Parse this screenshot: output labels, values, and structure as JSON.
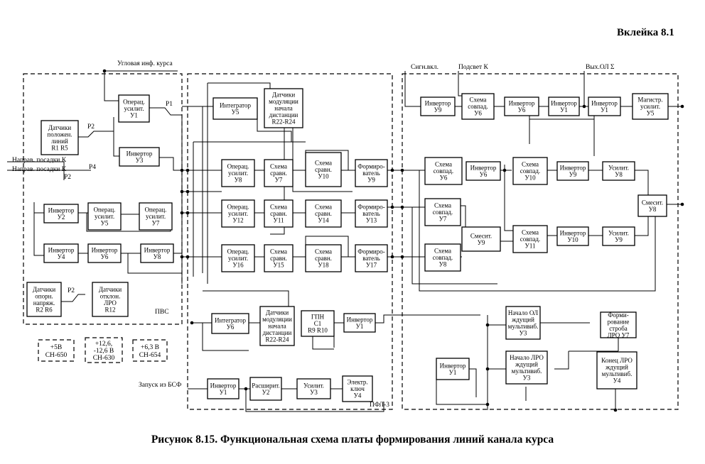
{
  "header": {
    "insert_label": "Вклейка 8.1"
  },
  "caption": "Рисунок 8.15. Функциональная схема платы формирования линий канала курса",
  "signals": {
    "angle_info": "Угловая инф. курса",
    "landing_dir_1": "Направ. посадки К",
    "landing_dir_2": "Направ. посадки К",
    "launch": "Запуск из БСФ",
    "sign_incl": "Сигн.вкл.",
    "backlight": "Подсвет К",
    "out_ol": "Вых.ОЛ Σ"
  },
  "regions": {
    "pvs": "ПВС",
    "pfl": "ПФЛ-3"
  },
  "switches": {
    "p1": "P1",
    "p2a": "P2",
    "p2b": "P2",
    "p4": "P4",
    "p2c": "P2"
  },
  "power": [
    {
      "lines": [
        "+5В",
        "СН-650"
      ]
    },
    {
      "lines": [
        "+12,6,",
        "-12,6 В",
        "СН-630"
      ]
    },
    {
      "lines": [
        "+6,3 В",
        "СН-654"
      ]
    }
  ],
  "blocks": {
    "pvs_amp_u1": [
      "Операц.",
      "усилит.",
      "У1"
    ],
    "pvs_sensors_lines": [
      "Датчики",
      "положен.",
      "линий",
      "R1       R5"
    ],
    "pvs_inv_u3": [
      "Инвертор",
      "У3"
    ],
    "pvs_inv_u2": [
      "Инвертор",
      "У2"
    ],
    "pvs_amp_u5": [
      "Операц.",
      "усилит.",
      "У5"
    ],
    "pvs_amp_u7": [
      "Операц.",
      "усилит.",
      "У7"
    ],
    "pvs_inv_u4": [
      "Инвертор",
      "У4"
    ],
    "pvs_inv_u6": [
      "Инвертор",
      "У6"
    ],
    "pvs_inv_u8": [
      "Инвертор",
      "У8"
    ],
    "pvs_ref_sensors": [
      "Датчики",
      "опорн.",
      "напряж.",
      "R2      R6"
    ],
    "pvs_lro_sensors": [
      "Датчики",
      "отклон.",
      "ЛРО",
      "R12"
    ],
    "pfl_integrator_u5": [
      "Интегратор",
      "У5"
    ],
    "pfl_mod_sensors_top": [
      "Датчики",
      "модуляции",
      "начала",
      "дистанции",
      "R22-R24"
    ],
    "pfl_amp_u8": [
      "Операц.",
      "усилит.",
      "У8"
    ],
    "pfl_cmp_u7": [
      "Схема",
      "сравн.",
      "У7"
    ],
    "pfl_cmp_u10": [
      "Схема",
      "сравн.",
      "У10"
    ],
    "pfl_form_u9": [
      "Формиро-",
      "ватель",
      "У9"
    ],
    "pfl_amp_u12": [
      "Операц.",
      "усилит.",
      "У12"
    ],
    "pfl_cmp_u11": [
      "Схема",
      "сравн.",
      "У11"
    ],
    "pfl_cmp_u14": [
      "Схема",
      "сравн.",
      "У14"
    ],
    "pfl_form_u13": [
      "Формиро-",
      "ватель",
      "У13"
    ],
    "pfl_amp_u16": [
      "Операц.",
      "усилит.",
      "У16"
    ],
    "pfl_cmp_u15": [
      "Схема",
      "сравн.",
      "У15"
    ],
    "pfl_cmp_u18": [
      "Схема",
      "сравн.",
      "У18"
    ],
    "pfl_form_u17": [
      "Формиро-",
      "ватель",
      "У17"
    ],
    "pfl_integrator_u6": [
      "Интегратор",
      "У6"
    ],
    "pfl_mod_sensors_bottom": [
      "Датчики",
      "модуляции",
      "начала",
      "дистанции",
      "R22-R24"
    ],
    "pfl_gpn": [
      "ГПН",
      "С1",
      "R9 R10"
    ],
    "pfl_inv_u1_mid": [
      "Инвертор",
      "У1"
    ],
    "pfl_inv_u1_bot": [
      "Инвертор",
      "У1"
    ],
    "pfl_expander_u2": [
      "Расширит.",
      "У2"
    ],
    "pfl_amp_u3": [
      "Усилит.",
      "У3"
    ],
    "pfl_key_u4": [
      "Электр.",
      "ключ",
      "У4"
    ],
    "r_inv_u9_top": [
      "Инвертор",
      "У9"
    ],
    "r_coinc_u6_top": [
      "Схема",
      "совпад.",
      "У6"
    ],
    "r_inv_u6_top": [
      "Инвертор",
      "У6"
    ],
    "r_inv_u1_a": [
      "Инвертор",
      "У1"
    ],
    "r_inv_u1_b": [
      "Инвертор",
      "У1"
    ],
    "r_main_amp_u5": [
      "Магистр.",
      "усилит.",
      "У5"
    ],
    "r_coinc_u6": [
      "Схема",
      "совпад.",
      "У6"
    ],
    "r_inv_u6": [
      "Инвертор",
      "У6"
    ],
    "r_coinc_u10": [
      "Схема",
      "совпад.",
      "У10"
    ],
    "r_inv_u9": [
      "Инвертор",
      "У9"
    ],
    "r_amp_u8": [
      "Усилит.",
      "У8"
    ],
    "r_coinc_u7": [
      "Схема",
      "совпад.",
      "У7"
    ],
    "r_mixer_u9": [
      "Смесит.",
      "У9"
    ],
    "r_mixer_u8": [
      "Смесит.",
      "У8"
    ],
    "r_coinc_u11": [
      "Схема",
      "совпад.",
      "У11"
    ],
    "r_inv_u10": [
      "Инвертор",
      "У10"
    ],
    "r_amp_u9": [
      "Усилит.",
      "У9"
    ],
    "r_coinc_u8": [
      "Схема",
      "совпад.",
      "У8"
    ],
    "r_start_ol": [
      "Начало ОЛ",
      "ждущий",
      "мультивиб.",
      "У3"
    ],
    "r_strobe": [
      "Форми-",
      "рование",
      "строба",
      "ЛРО У7"
    ],
    "r_start_lro": [
      "Начало ЛРО",
      "ждущий",
      "мультивиб.",
      "У3"
    ],
    "r_end_lro": [
      "Конец ЛРО",
      "ждущий",
      "мультивиб.",
      "У4"
    ],
    "r_inv_u1_bot": [
      "Инвертор",
      "У1"
    ]
  }
}
